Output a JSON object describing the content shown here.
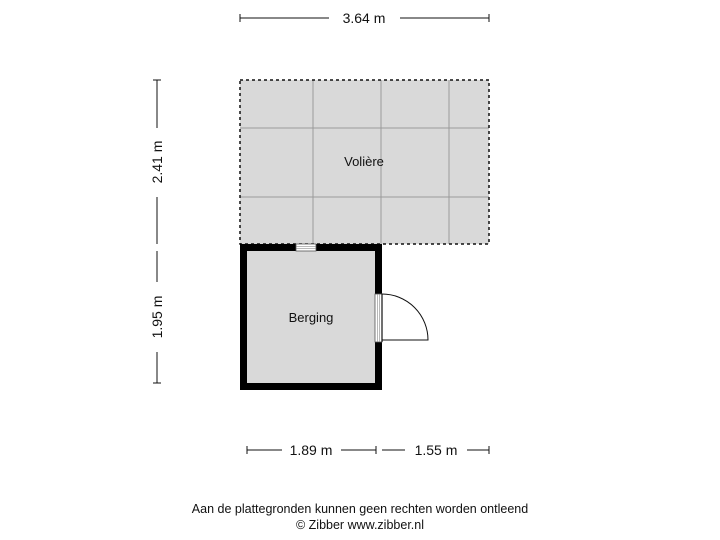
{
  "dimensions": {
    "top_width": "3.64 m",
    "left_upper_height": "2.41 m",
    "left_lower_height": "1.95 m",
    "bottom_left_width": "1.89 m",
    "bottom_right_width": "1.55 m"
  },
  "rooms": {
    "aviary": "Volière",
    "storage": "Berging"
  },
  "footer": {
    "disclaimer": "Aan de plattegronden kunnen geen rechten worden ontleend",
    "credit": "© Zibber www.zibber.nl"
  },
  "colors": {
    "floor_fill": "#d9d9d9",
    "wall": "#000000",
    "tile_lines": "#9a9a9a"
  }
}
